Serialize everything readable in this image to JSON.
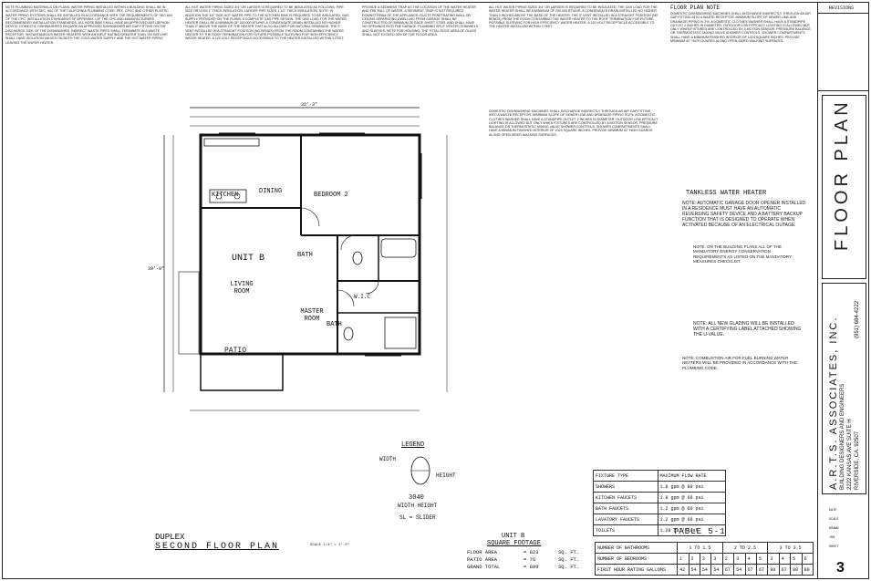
{
  "title_block": {
    "revisions_label": "REVISIONS",
    "sheet_title": "FLOOR PLAN",
    "firm_name": "A.R.T.S. ASSOCIATES, INC.",
    "firm_subtitle": "BUILDING DESIGNERS AND ENGINEERS",
    "firm_address_1": "2222 KANSAS AVE SUITE H",
    "firm_address_2": "RIVERSIDE, CA. 92507",
    "firm_phone": "(951) 684-4222",
    "sheet_number": "3",
    "info_lines": [
      "DATE",
      "SCALE",
      "DRAWN",
      "JOB",
      "SHEET"
    ]
  },
  "plan": {
    "title_line1": "DUPLEX",
    "title_line2": "SECOND FLOOR PLAN",
    "scale": "SCALE 1/4\" = 1'-0\"",
    "unit_label": "UNIT B",
    "dim_top_overall": "32'-3\"",
    "dim_side": "39'-9\"",
    "rooms": {
      "kitchen": "KITCHEN",
      "dining": "DINING",
      "bedroom2": "BEDROOM 2",
      "living": "LIVING ROOM",
      "master": "MASTER ROOM",
      "bath1": "BATH",
      "bath2": "BATH",
      "wic": "W.I.C",
      "patio": "PATIO"
    }
  },
  "legend": {
    "title": "LEGEND",
    "width_label": "WIDTH",
    "height_label": "HEIGHT",
    "code": "3040",
    "code_desc": "WIDTH HEIGHT",
    "slider": "SL = SLIDER"
  },
  "square_footage": {
    "unit": "UNIT B",
    "title": "SQUARE FOOTAGE",
    "rows": [
      {
        "label": "FLOOR AREA",
        "value": "= 823",
        "unit": "SQ. FT."
      },
      {
        "label": "PATIO AREA",
        "value": "= 76",
        "unit": "SQ. FT."
      },
      {
        "label": "GRAND TOTAL",
        "value": "= 899",
        "unit": "SQ. FT."
      }
    ]
  },
  "fixture_table": {
    "title": "TABLE 5-1",
    "header": [
      "FIXTURE TYPE",
      "MAXIMUM FLOW RATE"
    ],
    "rows": [
      [
        "SHOWERS",
        "1.8 gpm @ 80 psi"
      ],
      [
        "KITCHEN FAUCETS",
        "1.8 gpm @ 60 psi"
      ],
      [
        "BATH FAUCETS",
        "1.2 gpm @ 60 psi"
      ],
      [
        "LAVATORY FAUCETS",
        "1.2 gpm @ 60 psi"
      ],
      [
        "TOILETS",
        "1.28 gal/flush"
      ]
    ]
  },
  "bottom_table": {
    "row_labels": [
      "NUMBER OF BATHROOMS",
      "NUMBER OF BEDROOMS",
      "FIRST HOUR RATING GALLONS"
    ],
    "group_headers": [
      "1 TO 1.5",
      "2 TO 2.5",
      "3 TO 3.5"
    ],
    "bedrooms": [
      "1",
      "2",
      "3",
      "3",
      "2",
      "3",
      "4",
      "5",
      "3",
      "4",
      "5",
      "6"
    ],
    "gallons": [
      "42",
      "54",
      "54",
      "54",
      "67",
      "54",
      "67",
      "67",
      "80",
      "67",
      "80",
      "80"
    ]
  },
  "notes": {
    "floor_plan_notes_title": "FLOOR PLAN NOTE",
    "tankless_title": "TANKLESS WATER HEATER",
    "tankless_note": "NOTE: AUTOMATIC GARAGE DOOR OPENER INSTALLED IN A RESIDENCE MUST HAVE AN AUTOMATIC REVERSING SAFETY DEVICE AND A BATTERY BACKUP FUNCTION THAT IS DESIGNED TO OPERATE WHEN ACTIVATED BECAUSE OF AN ELECTRICAL OUTAGE.",
    "glazing_note": "NOTE: ALL NEW GLAZING WILL BE INSTALLED WITH A CERTIFYING LABEL ATTACHED SHOWING THE U-VALUE.",
    "insulation_note": "NOTE: ON THE BUILDING PLANS ALL OF THE MANDATORY ENERGY CONSERVATION REQUIREMENTS AS LISTED ON THE MANDATORY MEASURES CHECKLIST.",
    "combustion_note": "NOTE: COMBUSTION AIR FOR FUEL BURNING WATER HEATERS WILL BE PROVIDED IN ACCORDANCE WITH THE PLUMBING CODE.",
    "col1_text": "NOTE PLUMBING MATERIALS ON PLANS: WATER PIPING INSTALLED WITHIN A BUILDING SHALL BE IN ACCORDANCE WITH SEC. 604 OF THE CALIFORNIA PLUMBING CODE. PEX, CPVC AND OTHER PLASTIC WATER PIPING SYSTEMS SHALL BE INSTALLED IN ACCORDANCE WITH THE REQUIREMENTS OF SEC 604 OF THE CPC. INSTALLATION STANDARDS OF APPENDIX I OF THE CPC AND MANUFACTURERS RECOMMENDED INSTALLATION STANDARDS. ALL HOSE BIBS SHALL HAVE AN APPROVED ANTI-SIPHON DEVICE. DOMESTIC DISHWASHERS REQUIRE AN APPROVED DISHWASHER AIR GAP FITTING ON THE DISCHARGE SIDE OF THE DISHWASHER. INDIRECT WASTE PIPES SHALL TERMINATE IN A WASTE RECEPTOR. INSTANTANEOUS WATER HEATERS WITH AN INPUT RATING GREATER THAN 100 KBTU/HR SHALL HAVE ISOLATION VALVES ON BOTH THE COLD WATER SUPPLY AND THE HOT WATER PIPING LEAVING THE WATER HEATER.",
    "col2_text": "ALL HOT WATER PIPING SIZED 3/4\" OR LARGER IS REQUIRED TO BE INSULATED AS FOLLOWS: PIPE SIZE OR LESS 1\" THICK INSULATION, LARGER PIPE SIZES 1-1/2\" THICK INSULATION. NOTE: IN ADDITION THE 3/4\" SIZE HOT WATER PIPE TO THE KITCHEN SINK IS REQUIRED TO BE INSULATED. GAS SUPPLY PROVIDED ON THE PLANS, A COMPLETE GAS PIPE DESIGN. THE GAS LOAD FOR THE WATER HEATER SHALL BE A MINIMUM OF 200,000 BTU/HR. A CONDENSATE DRAIN INSTALLED NO HIGHER THAN 2\" ABOVE THE BASE OF THE HEATER THAT ALSO ALLOWS FOR NATURAL DRAINAGE. THE 3\" VENT INSTALLED IN A STRAIGHT POSITION (NO BENDS) FROM THE ROOM CONTAINING THE WATER HEATER TO THE ROOF TERMINATION FOR FUTURE POSSIBLE SLEEVING FOR HIGH EFFICIENCY WATER HEATER. A 120 VOLT RECEPTACLE ACCESSIBLE TO THE HEATER INSTALLED WITHIN 3 FEET.",
    "col3_text": "PROVIDE A SEDIMENT TRAP AS THE LOCATION OF THE WATER HEATER AND THE FALL OF WATER. A SEDIMENT TRAP IS NOT REQUIRED DOWNSTREAM OF THE APPLIANCE. DUCTS PENETRATING WALL OR CEILING SEPARATING DWELLING FROM GARAGE SHALL BE CONSTRUCTED OF MINIMUM 26 GAGE SHEET STEEL AND SHALL HAVE NO OPENINGS INTO THE GARAGE. PLUMBING SPLIT VENTED CHANNELS AND SLEEVES. NOTE FOR HOUSING: THE TOTAL ROOF AREA OF GLASS SHALL NOT EXCEED 20% OF THE FLOOR AREA.",
    "col4_text": "DOMESTIC DISHWASHING MACHINES SHALL DISCHARGE INDIRECTLY THROUGH AN AIR GAP FITTING INTO A WASTE RECEPTOR. MINIMUM SLOPE OF SEWER LINE AND DRAINAGE PIPING IS 2%. A DOMESTIC CLOTHES WASHER SHALL HAVE A STANDPIPE OUTLET 2 INCHES IN DIAMETER. OUTDOOR LOW EFFICACY LIGHTING IS ALLOWED BUT ONLY WHEN FIXTURES ARE CONTROLLED BY A MOTION SENSOR. PRESSURE BALANCE OR THERMOSTATIC MIXING VALVE SHOWER CONTROLS. SHOWER COMPARTMENTS SHALL HAVE A MINIMUM FINISHED INTERIOR OF 1024 SQUARE INCHES. PROVIDE MINIMUM 42\" HIGH GUARDS ALONG OPEN-SIDED WALKING SURFACES.",
    "col5_text": "ALL HOT WATER PIPING SIZED 3/4\" OR LARGER IS REQUIRED TO BE INSULATED. THE GAS LOAD FOR THE WATER HEATER SHALL BE A MINIMUM OF 200,000 BTU/HR. A CONDENSATE DRAIN INSTALLED NO HIGHER THAN 2 INCHES ABOVE THE BASE OF THE HEATER. THE 3\" VENT INSTALLED IN A STRAIGHT POSITION (NO BENDS) FROM THE ROOM CONTAINING THE WATER HEATER TO THE ROOF TERMINATION FOR FUTURE POSSIBLE SLEEVING FOR HIGH EFFICIENCY WATER HEATER. A 120 VOLT RECEPTACLE ACCESSIBLE TO THE HEATER INSTALLED WITHIN 3 FEET."
  },
  "colors": {
    "ink": "#111111",
    "paper": "#ffffff"
  }
}
